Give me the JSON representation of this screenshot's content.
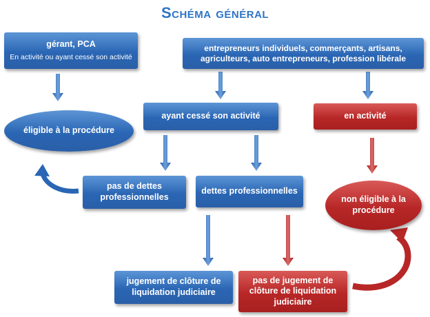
{
  "title": "Schéma général",
  "nodes": {
    "gerant": {
      "title": "gérant, PCA",
      "subtitle": "En activité ou ayant cessé son activité"
    },
    "entrepreneurs": {
      "line1": "entrepreneurs individuels, commerçants, artisans,",
      "line2": "agriculteurs, auto entrepreneurs, profession libérale"
    },
    "eligible": {
      "label": "éligible à la procédure"
    },
    "ayant_cesse": {
      "label": "ayant cessé son activité"
    },
    "en_activite": {
      "label": "en activité"
    },
    "pas_de_dettes": {
      "line1": "pas de dettes",
      "line2": "professionnelles"
    },
    "dettes_pro": {
      "label": "dettes professionnelles"
    },
    "non_eligible": {
      "line1": "non éligible à la",
      "line2": "procédure"
    },
    "jugement": {
      "line1": "jugement de clôture de",
      "line2": "liquidation judiciaire"
    },
    "pas_de_jugement": {
      "line1": "pas de jugement de",
      "line2": "clôture de liquidation",
      "line3": "judiciaire"
    }
  },
  "colors": {
    "blue": "#2a66b4",
    "red": "#b82727",
    "title": "#2e75c7"
  }
}
